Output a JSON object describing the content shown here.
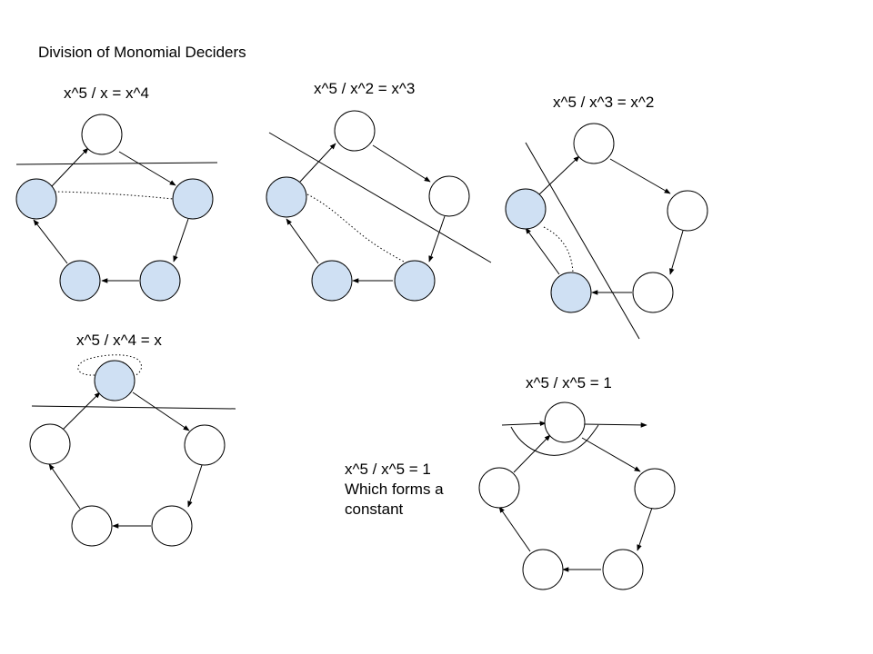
{
  "title": "Division of Monomial Deciders",
  "diagrams": [
    {
      "label": "x^5 / x = x^4"
    },
    {
      "label": "x^5 / x^2 = x^3"
    },
    {
      "label": "x^5 / x^3 = x^2"
    },
    {
      "label": "x^5 / x^4 = x"
    },
    {
      "label": "x^5 / x^5 = 1"
    }
  ],
  "note": {
    "lines": [
      "x^5 / x^5 = 1",
      "Which forms a",
      "constant"
    ]
  },
  "colors": {
    "filled_node": "#cfe0f3",
    "stroke": "#000000",
    "background": "#ffffff"
  }
}
